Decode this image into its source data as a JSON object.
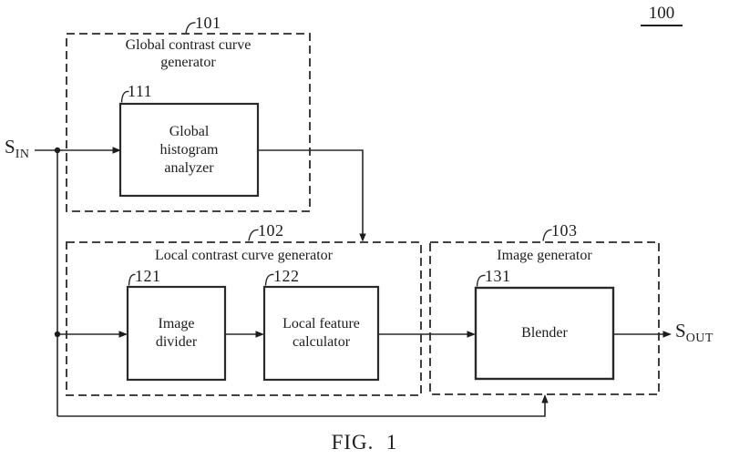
{
  "figure": {
    "diagram_ref": "100",
    "caption": "FIG.  1"
  },
  "signals": {
    "input_base": "S",
    "input_sub": "IN",
    "output_base": "S",
    "output_sub": "OUT"
  },
  "groups": {
    "g101": {
      "ref": "101",
      "title": "Global contrast curve generator"
    },
    "g102": {
      "ref": "102",
      "title": "Local contrast curve generator"
    },
    "g103": {
      "ref": "103",
      "title": "Image generator"
    }
  },
  "blocks": {
    "b111": {
      "ref": "111",
      "label": "Global histogram analyzer"
    },
    "b121": {
      "ref": "121",
      "label": "Image divider"
    },
    "b122": {
      "ref": "122",
      "label": "Local feature calculator"
    },
    "b131": {
      "ref": "131",
      "label": "Blender"
    }
  },
  "colors": {
    "ink": "#1d1d1d",
    "background": "#ffffff"
  }
}
